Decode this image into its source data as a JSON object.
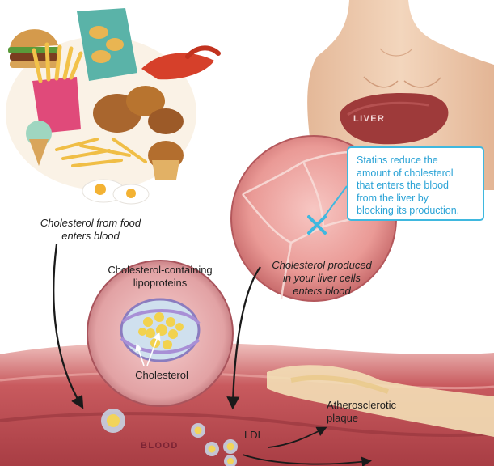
{
  "labels": {
    "food_line1": "Cholesterol from food",
    "food_line2": "enters blood",
    "lipo_line1": "Cholesterol-containing",
    "lipo_line2": "lipoproteins",
    "cholesterol": "Cholesterol",
    "liver_line1": "Cholesterol produced",
    "liver_line2": "in your liver cells",
    "liver_line3": "enters blood",
    "plaque_line1": "Atherosclerotic",
    "plaque_line2": "plaque",
    "ldl": "LDL",
    "liver": "LIVER",
    "blood": "BLOOD"
  },
  "callout": {
    "lines": [
      "Statins reduce the",
      "amount of cholesterol",
      "that enters the blood",
      "from the liver by",
      "blocking its production."
    ]
  },
  "colors": {
    "callout_accent": "#3fb8df",
    "artery": "#c85a5e",
    "liver": "#9e3a3a",
    "skin": "#f0cfb3"
  },
  "icons": {
    "block_marker": "x-icon"
  }
}
